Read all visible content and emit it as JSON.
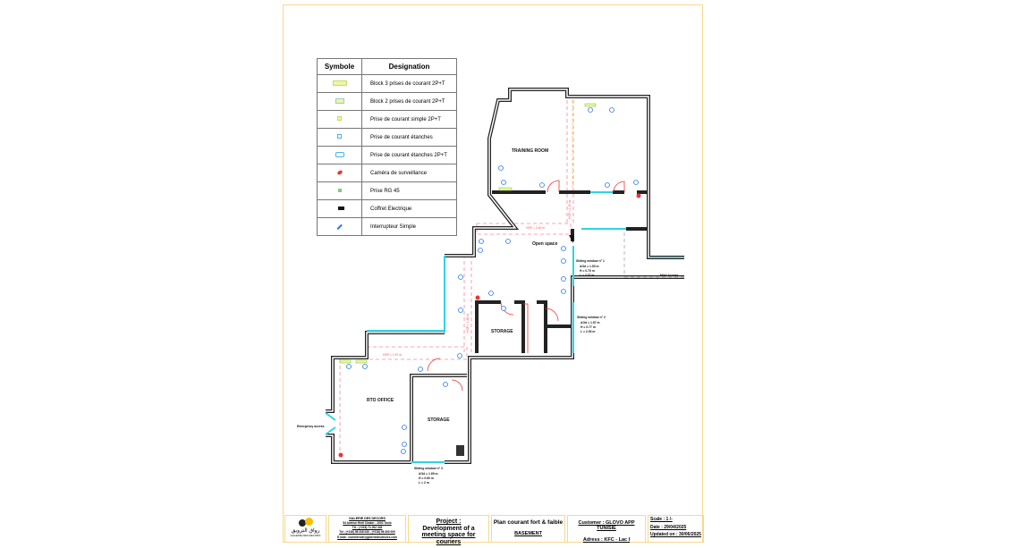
{
  "legend": {
    "headers": [
      "Symbole",
      "Designation"
    ],
    "items": [
      {
        "label": "Block 3 prises de courant  2P+T",
        "icon": "block-3-outlet-icon"
      },
      {
        "label": "Block 2 prises de courant  2P+T",
        "icon": "block-2-outlet-icon"
      },
      {
        "label": "Prise de courant simple 2P+T",
        "icon": "single-outlet-icon"
      },
      {
        "label": "Prise de courant étanches",
        "icon": "waterproof-outlet-icon"
      },
      {
        "label": "Prise de courant étanches 2P+T",
        "icon": "double-waterproof-outlet-icon"
      },
      {
        "label": "Caméra de surveillance",
        "icon": "camera-icon"
      },
      {
        "label": "Prise RG 45",
        "icon": "rj45-icon"
      },
      {
        "label": "Coffret Electrique",
        "icon": "electrical-panel-icon"
      },
      {
        "label": "Interrupteur Simple",
        "icon": "switch-icon"
      }
    ]
  },
  "plan": {
    "rooms": {
      "training": "TRAINING ROOM",
      "open_space": "Open space",
      "storage1": "STORAGE",
      "storage2": "STORAGE",
      "rto": "RTO OFFICE"
    },
    "hsp1": "HSP = 2.50 m",
    "hsp2": "HSP = 1.57 m",
    "hsp_v1": "HSP = 1.50 m",
    "hsp_v2": "HSP = 1.85 m",
    "main_access": "Main Access",
    "emergency": "Emergency access",
    "window1": [
      "Sliding window n° 1",
      "AOd = 1.53 m",
      "H = 0.70 m",
      "L = 2.37 m"
    ],
    "window2": [
      "Sliding window n° 2",
      "AOd = 1.57 m",
      "H = 0.77 m",
      "L = 2.53 m"
    ],
    "window3": [
      "Sliding window n° 3",
      "AOd = 1.69 m",
      "H = 0.60 m",
      "L = 2 m"
    ]
  },
  "titleblock": {
    "logo_text": "رواق التزويق",
    "logo_sub": "GALERIE DES DECORS",
    "company": "GALERIE DES DECORS",
    "address": "54 Avenue Hedi Chaker - 1002 Tunis",
    "tel1": "Tél : (+216) 71 002 345",
    "tel2": "Tél : (+216) 98 336 040 - (+216) 98 300 000",
    "email": "E.mail : commercial@galeriedesdecors.com",
    "project_label": "Project :",
    "project_l1": "Development of a",
    "project_l2": "meeting space for couriers",
    "plan_title": "Plan courant fort & faible",
    "level": "BASEMENT",
    "customer": "Customer : GLOVO APP TUNISIE",
    "adress": "Adress : KFC - Lac I",
    "scale": "Scale : 1 /-",
    "date": "Date : 29/04/2025",
    "updated": "Updated on : 30/06/2025"
  },
  "colors": {
    "wall": "#222222",
    "window": "#2fd3e0",
    "hsp": "#f08a9a",
    "outlet": "#2b7be6",
    "frame": "#f6d98a"
  }
}
